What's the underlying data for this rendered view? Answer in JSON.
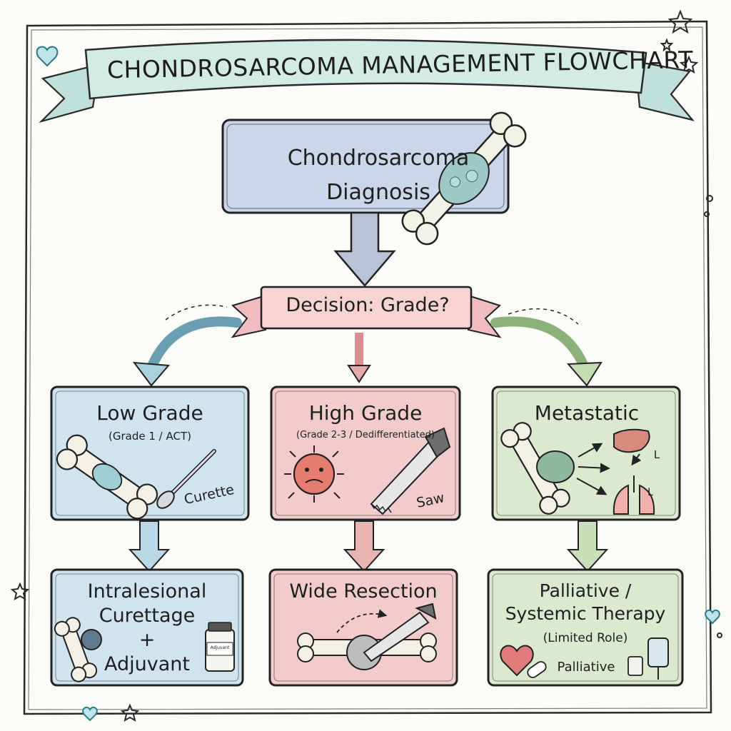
{
  "title": "CHONDROSARCOMA MANAGEMENT FLOWCHART",
  "start": {
    "line1": "Chondrosarcoma",
    "line2": "Diagnosis",
    "icon": "bone-tumor-icon"
  },
  "decision": {
    "label": "Decision: Grade?"
  },
  "branches": [
    {
      "title": "Low Grade",
      "subtitle": "(Grade 1 / ACT)",
      "tool_label": "Curette",
      "color": "#cfe4ef",
      "outcome": {
        "lines": [
          "Intralesional",
          "Curettage",
          "+",
          "Adjuvant"
        ],
        "vial_label": "Adjuvant"
      }
    },
    {
      "title": "High Grade",
      "subtitle": "(Grade 2-3 / Dedifferentiated)",
      "tool_label": "Saw",
      "color": "#f2cccb",
      "outcome": {
        "lines": [
          "Wide Resection"
        ]
      }
    },
    {
      "title": "Metastatic",
      "subtitle": "",
      "organ_labels": [
        "L",
        "L"
      ],
      "color": "#dbe9cf",
      "outcome": {
        "lines": [
          "Palliative /",
          "Systemic Therapy"
        ],
        "note": "(Limited Role)",
        "tag": "Palliative"
      }
    }
  ]
}
